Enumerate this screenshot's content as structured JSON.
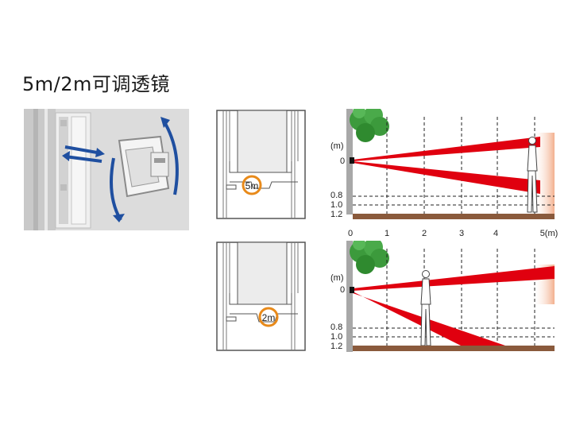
{
  "title": "5m/2m可调透镜",
  "switch_top": {
    "label": "5m"
  },
  "switch_bottom": {
    "label": "2m"
  },
  "chart_top": {
    "unit_label": "(m)",
    "zero_label": "0",
    "height_labels": [
      "0.8",
      "1.0",
      "1.2"
    ]
  },
  "chart_bottom": {
    "unit_label": "(m)",
    "zero_label": "0",
    "height_labels": [
      "0.8",
      "1.0",
      "1.2"
    ]
  },
  "distance_axis": [
    "0",
    "1",
    "2",
    "3",
    "4",
    "5(m)"
  ],
  "colors": {
    "beam": "#e0000f",
    "ground": "#8a5a3c",
    "wall": "#a8a8a8",
    "tree": "#3c9a3c",
    "switch_ring": "#e88a1a",
    "arrow": "#1f4fa0"
  }
}
